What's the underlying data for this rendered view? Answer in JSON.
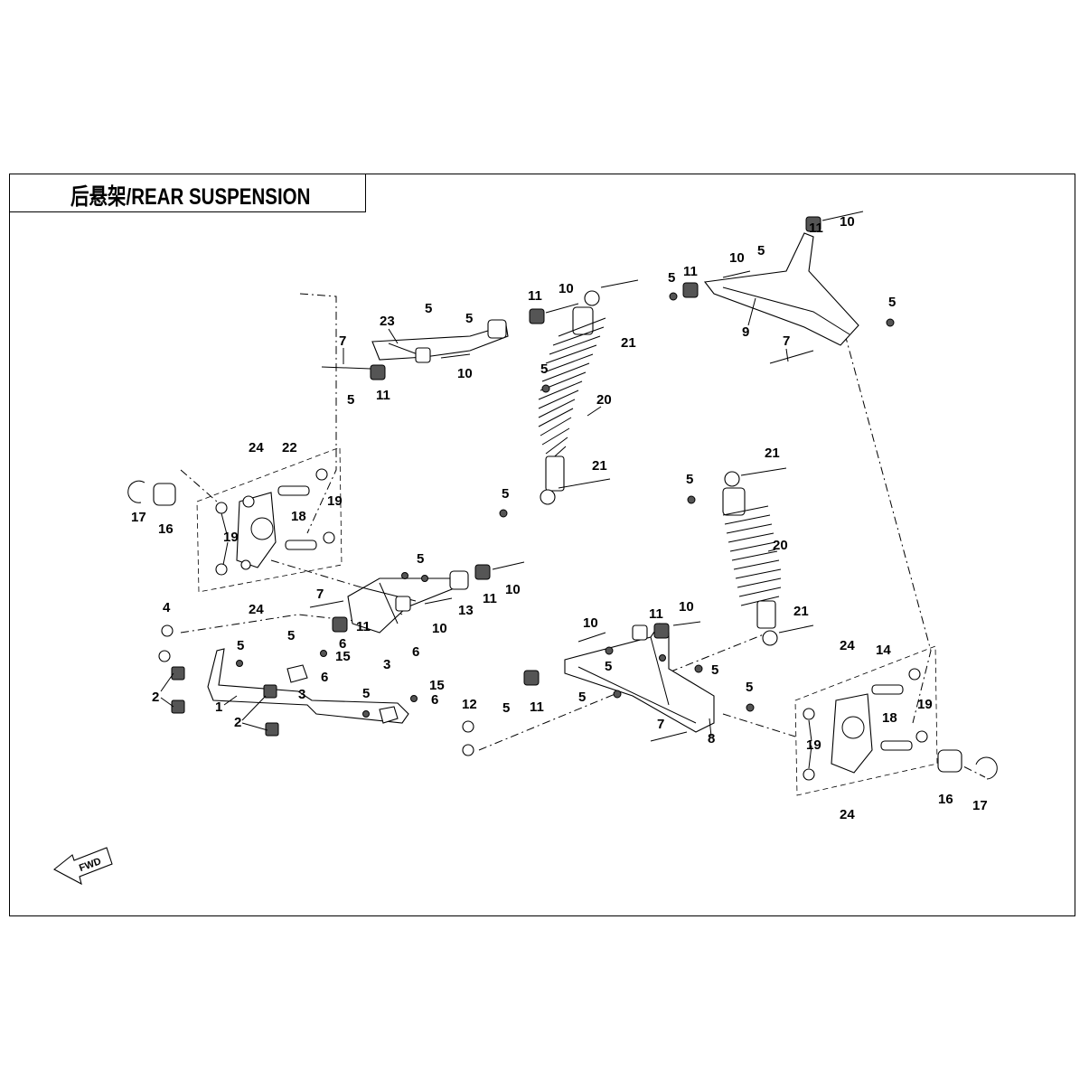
{
  "title": "后悬架/REAR SUSPENSION",
  "fwd_label": "FWD",
  "callouts": {
    "n1": "1",
    "n2a": "2",
    "n2b": "2",
    "n3a": "3",
    "n3b": "3",
    "n4": "4",
    "n5": "5",
    "n6": "6",
    "n7": "7",
    "n8": "8",
    "n9": "9",
    "n10": "10",
    "n11": "11",
    "n12": "12",
    "n13": "13",
    "n14": "14",
    "n15": "15",
    "n16": "16",
    "n17": "17",
    "n18": "18",
    "n19": "19",
    "n20": "20",
    "n21": "21",
    "n22": "22",
    "n23": "23",
    "n24": "24"
  }
}
